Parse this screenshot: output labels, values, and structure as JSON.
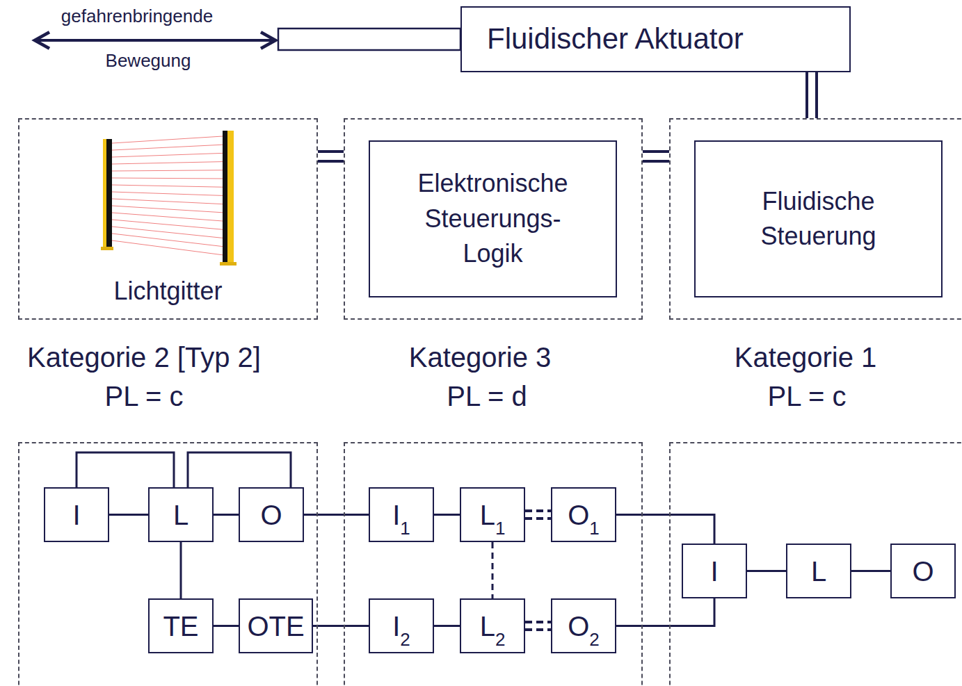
{
  "diagram": {
    "nodes": [
      {
        "text": [
          "Fluidischer Aktuator"
        ]
      },
      {
        "text": [
          "Lichtgitter"
        ]
      },
      {
        "text": []
      },
      {
        "text": [
          "Elektronische Steuerungs- Logik"
        ],
        "in": 2
      },
      {
        "text": []
      },
      {
        "text": [
          "Fluidische Steuerung"
        ],
        "in": 4
      },
      {
        "text": []
      },
      {
        "text": [
          "I"
        ],
        "in": 6
      },
      {
        "text": [
          "L"
        ],
        "in": 6
      },
      {
        "text": [
          "O"
        ],
        "in": 6
      },
      {
        "text": [
          "TE"
        ],
        "in": 6
      },
      {
        "text": [
          "OTE"
        ],
        "in": 6
      },
      {
        "text": []
      },
      {
        "text": [
          "I",
          "1"
        ],
        "in": 12
      },
      {
        "text": [
          "L",
          "1"
        ],
        "in": 12
      },
      {
        "text": [
          "O",
          "1"
        ],
        "in": 12
      },
      {
        "text": [
          "I",
          "2"
        ],
        "in": 12
      },
      {
        "text": [
          "L",
          "2"
        ],
        "in": 12
      },
      {
        "text": [
          "O",
          "2"
        ],
        "in": 12
      },
      {
        "text": []
      },
      {
        "text": [
          "I"
        ],
        "in": 19
      },
      {
        "text": [
          "L"
        ],
        "in": 19
      },
      {
        "text": [
          "O"
        ],
        "in": 19
      }
    ],
    "edges": [
      {
        "from": 1,
        "to": 2,
        "arrow": "none"
      },
      {
        "from": 2,
        "to": 4,
        "arrow": "none"
      },
      {
        "from": 4,
        "to": 0,
        "arrow": "none"
      },
      {
        "from": 7,
        "to": 8,
        "arrow": "none"
      },
      {
        "from": 8,
        "to": 9,
        "arrow": "none"
      },
      {
        "from": 7,
        "to": 8,
        "arrow": "none"
      },
      {
        "from": 8,
        "to": 9,
        "arrow": "none"
      },
      {
        "from": 8,
        "to": 10,
        "arrow": "none"
      },
      {
        "from": 10,
        "to": 11,
        "arrow": "none"
      },
      {
        "from": 9,
        "to": 13,
        "arrow": "none"
      },
      {
        "from": 11,
        "to": 16,
        "arrow": "none"
      },
      {
        "from": 13,
        "to": 14,
        "arrow": "none"
      },
      {
        "from": 14,
        "to": 15,
        "arrow": "none"
      },
      {
        "from": 14,
        "to": 17,
        "arrow": "none"
      },
      {
        "from": 16,
        "to": 17,
        "arrow": "none"
      },
      {
        "from": 17,
        "to": 18,
        "arrow": "none"
      },
      {
        "from": 15,
        "to": 20,
        "arrow": "none"
      },
      {
        "from": 18,
        "to": 20,
        "arrow": "none"
      },
      {
        "from": 20,
        "to": 21,
        "arrow": "none"
      },
      {
        "from": 21,
        "to": 22,
        "arrow": "none"
      }
    ],
    "labels": [
      "gefahrenbringende",
      "Bewegung",
      "Kategorie 2 [Typ 2]",
      "PL = c",
      "Kategorie 3",
      "PL = d",
      "Kategorie 1",
      "PL = c"
    ]
  }
}
